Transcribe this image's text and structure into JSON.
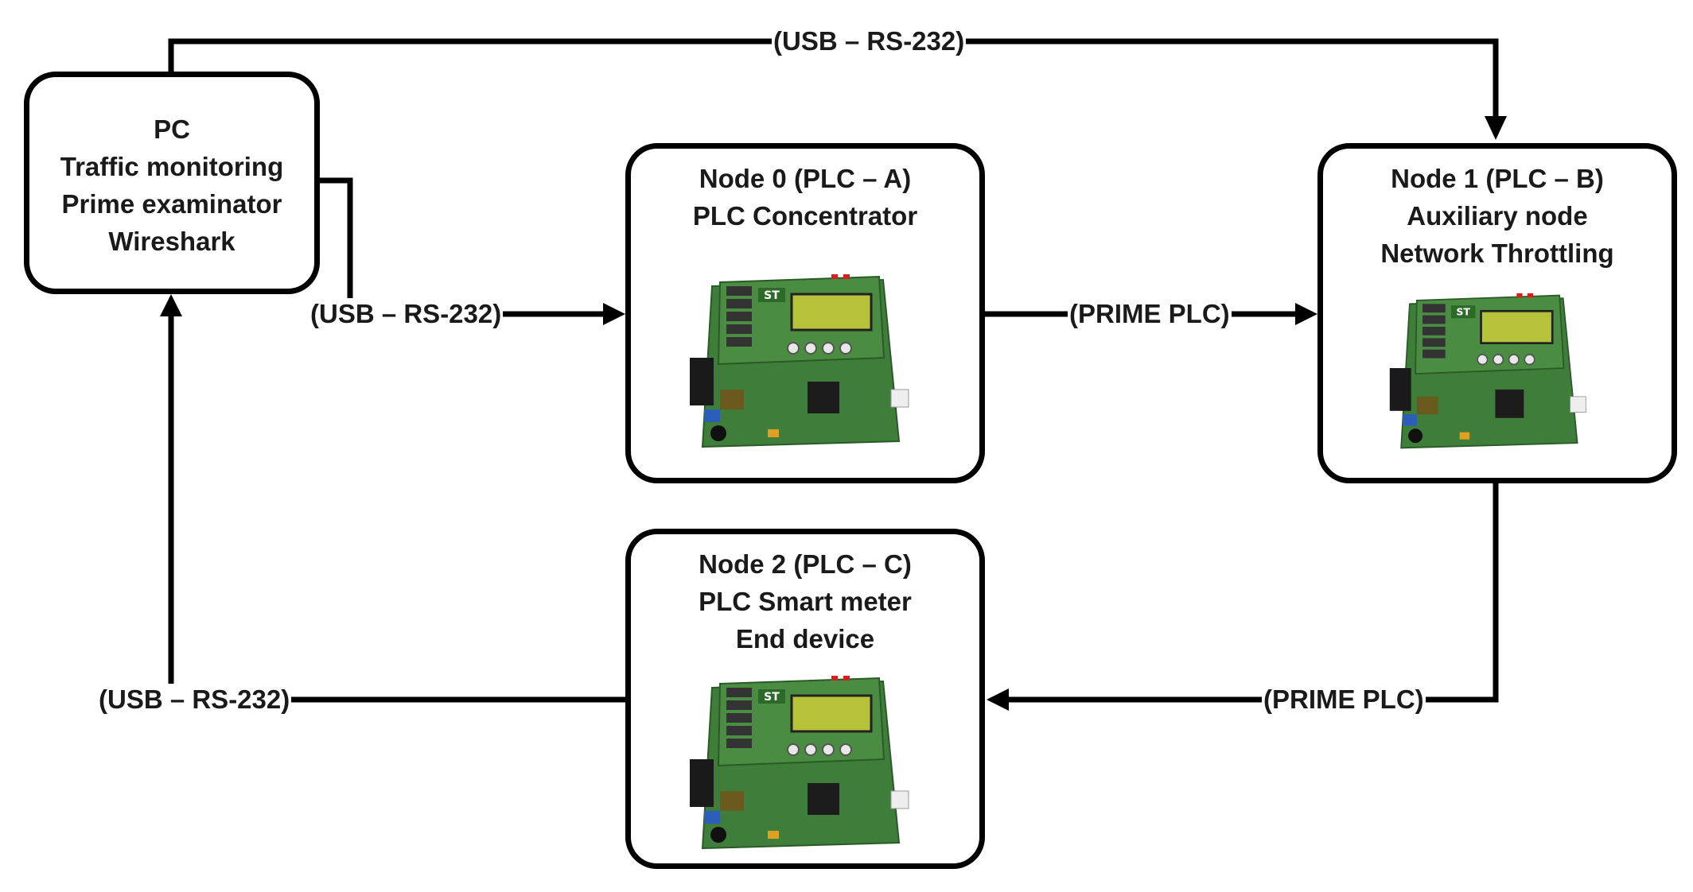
{
  "nodes": {
    "pc": {
      "lines": [
        "PC",
        "Traffic monitoring",
        "Prime examinator",
        "Wireshark"
      ]
    },
    "node0": {
      "lines": [
        "Node 0 (PLC – A)",
        "PLC Concentrator"
      ],
      "board_logo": "ST"
    },
    "node1": {
      "lines": [
        "Node 1 (PLC – B)",
        "Auxiliary node",
        "Network Throttling"
      ],
      "board_logo": "ST"
    },
    "node2": {
      "lines": [
        "Node 2 (PLC – C)",
        "PLC Smart meter",
        "End device"
      ],
      "board_logo": "ST"
    }
  },
  "edges": {
    "pc_to_node1": "(USB – RS-232)",
    "pc_to_node0": "(USB – RS-232)",
    "node0_to_node1": "(PRIME PLC)",
    "node1_to_node2": "(PRIME PLC)",
    "node2_to_pc": "(USB – RS-232)"
  },
  "colors": {
    "line": "#000000",
    "board_pcb": "#3f7d3a",
    "board_lcd": "#b5c23a"
  }
}
